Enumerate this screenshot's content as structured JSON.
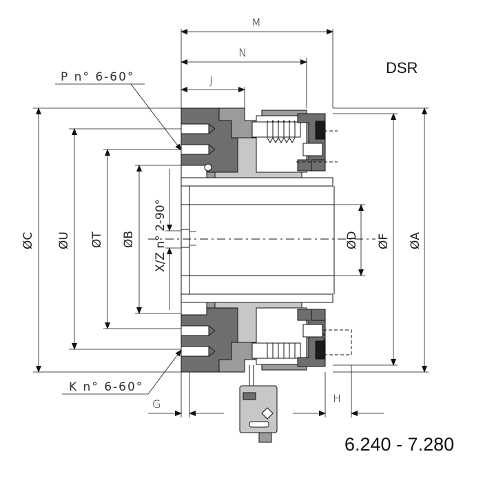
{
  "model": "DSR",
  "size_range": "6.240 - 7.280",
  "dimensions": {
    "M": "M",
    "N": "N",
    "J": "J",
    "G": "G",
    "H": "H",
    "C": "ØC",
    "U": "ØU",
    "T": "ØT",
    "B": "ØB",
    "D": "ØD",
    "F": "ØF",
    "A": "ØA",
    "XZ": "X/Z n° 2-90°"
  },
  "callouts": {
    "P": "P n° 6-60°",
    "K": "K n° 6-60°"
  }
}
